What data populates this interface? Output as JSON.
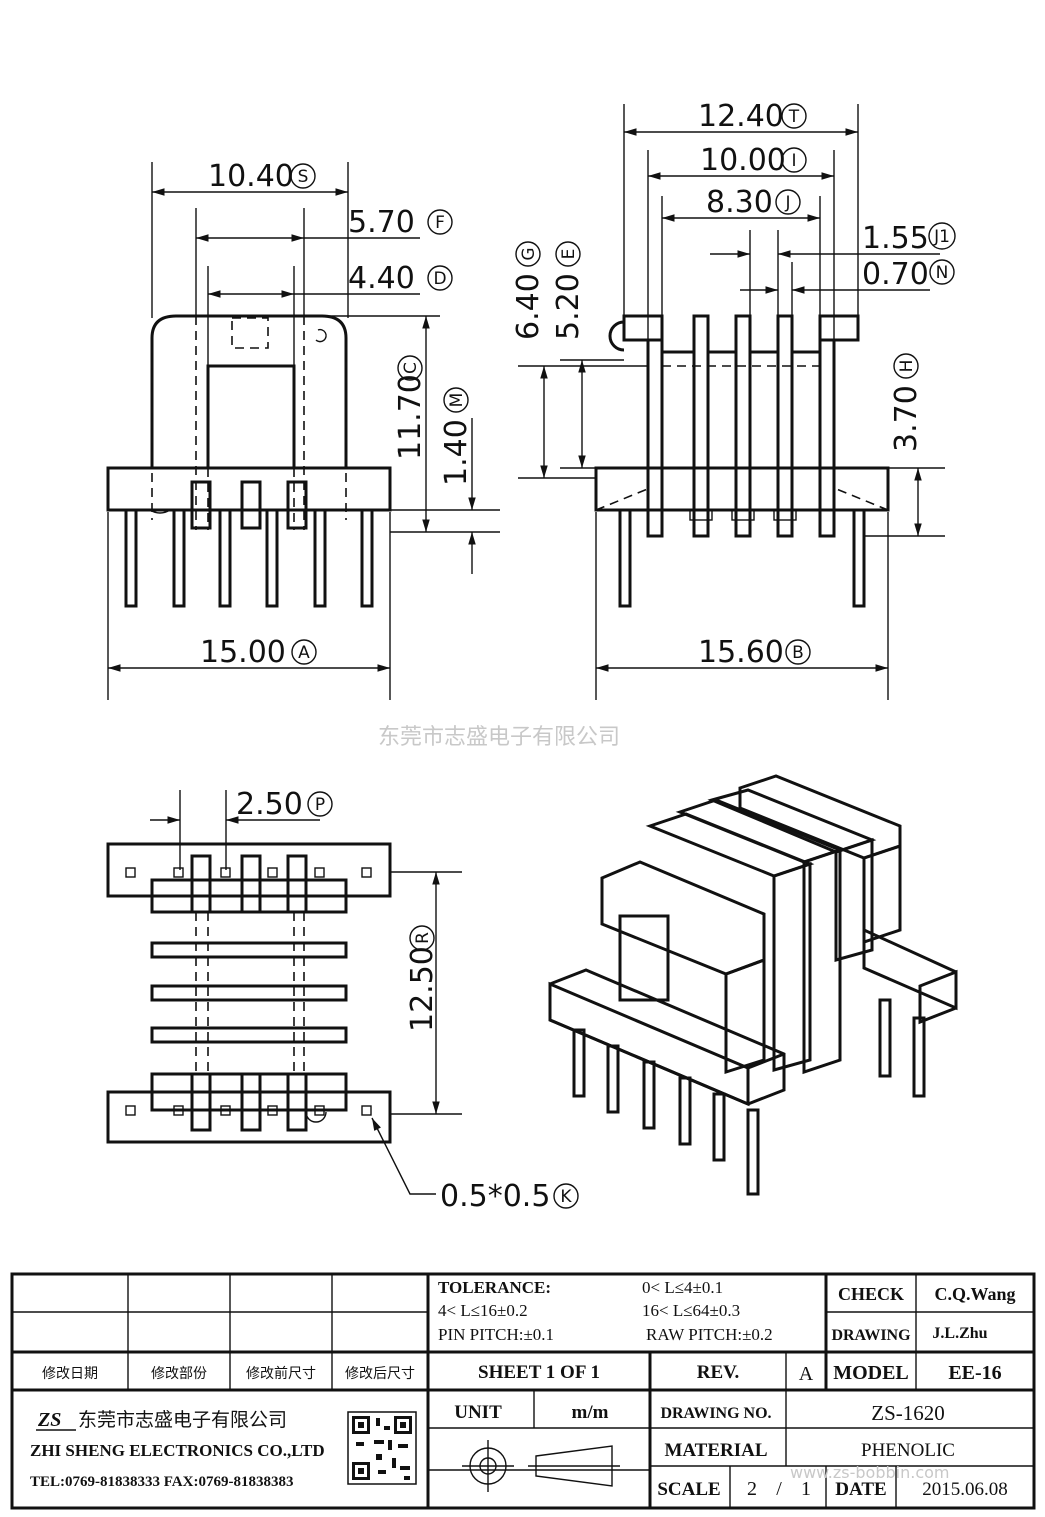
{
  "watermark_company": "东莞市志盛电子有限公司",
  "watermark_url": "www.zs-bobbin.com",
  "dimensions": {
    "S": {
      "value": "10.40",
      "mark": "S"
    },
    "F": {
      "value": "5.70",
      "mark": "F"
    },
    "D": {
      "value": "4.40",
      "mark": "D"
    },
    "C": {
      "value": "11.70",
      "mark": "C"
    },
    "M": {
      "value": "1.40",
      "mark": "M"
    },
    "A": {
      "value": "15.00",
      "mark": "A"
    },
    "T": {
      "value": "12.40",
      "mark": "T"
    },
    "I": {
      "value": "10.00",
      "mark": "I"
    },
    "J": {
      "value": "8.30",
      "mark": "J"
    },
    "J1": {
      "value": "1.55",
      "mark": "J1"
    },
    "N": {
      "value": "0.70",
      "mark": "N"
    },
    "G": {
      "value": "6.40",
      "mark": "G"
    },
    "E": {
      "value": "5.20",
      "mark": "E"
    },
    "H": {
      "value": "3.70",
      "mark": "H"
    },
    "B": {
      "value": "15.60",
      "mark": "B"
    },
    "P": {
      "value": "2.50",
      "mark": "P"
    },
    "R": {
      "value": "12.50",
      "mark": "R"
    },
    "K": {
      "value": "0.5*0.5",
      "mark": "K"
    }
  },
  "title_block": {
    "revision_headers": [
      "修改日期",
      "修改部份",
      "修改前尺寸",
      "修改后尺寸"
    ],
    "tolerance_label": "TOLERANCE:",
    "tol_1": "0< L≤4±0.1",
    "tol_2": "4< L≤16±0.2",
    "tol_3": "16< L≤64±0.3",
    "pin_pitch": "PIN PITCH:±0.1",
    "raw_pitch": "RAW PITCH:±0.2",
    "check_label": "CHECK",
    "check_value": "C.Q.Wang",
    "drawing_label": "DRAWING",
    "drawing_value": "J.L.Zhu",
    "sheet": "SHEET 1 OF 1",
    "rev_label": "REV.",
    "rev_value": "A",
    "model_label": "MODEL",
    "model_value": "EE-16",
    "unit_label": "UNIT",
    "unit_value": "m/m",
    "drawing_no_label": "DRAWING NO.",
    "drawing_no_value": "ZS-1620",
    "material_label": "MATERIAL",
    "material_value": "PHENOLIC",
    "scale_label": "SCALE",
    "scale_num": "2",
    "scale_sep": "/",
    "scale_den": "1",
    "date_label": "DATE",
    "date_value": "2015.06.08",
    "company_logo": "ZS",
    "company_cn": "东莞市志盛电子有限公司",
    "company_en": "ZHI SHENG ELECTRONICS CO.,LTD",
    "company_contact": "TEL:0769-81838333 FAX:0769-81838383"
  }
}
